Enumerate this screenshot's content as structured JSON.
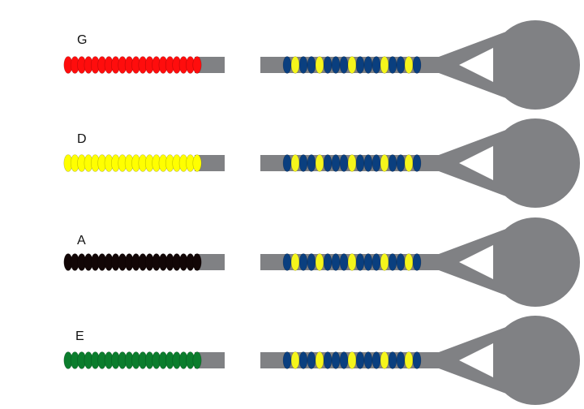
{
  "colors": {
    "string_gray": "#808184",
    "peg_blue": "#0a3f7f",
    "peg_yellow": "#f5f51c"
  },
  "strings": [
    {
      "label": "G",
      "winding_color": "#ff0d0d"
    },
    {
      "label": "D",
      "winding_color": "#ffff00"
    },
    {
      "label": "A",
      "winding_color": "#120606"
    },
    {
      "label": "E",
      "winding_color": "#0b7d2d"
    }
  ]
}
